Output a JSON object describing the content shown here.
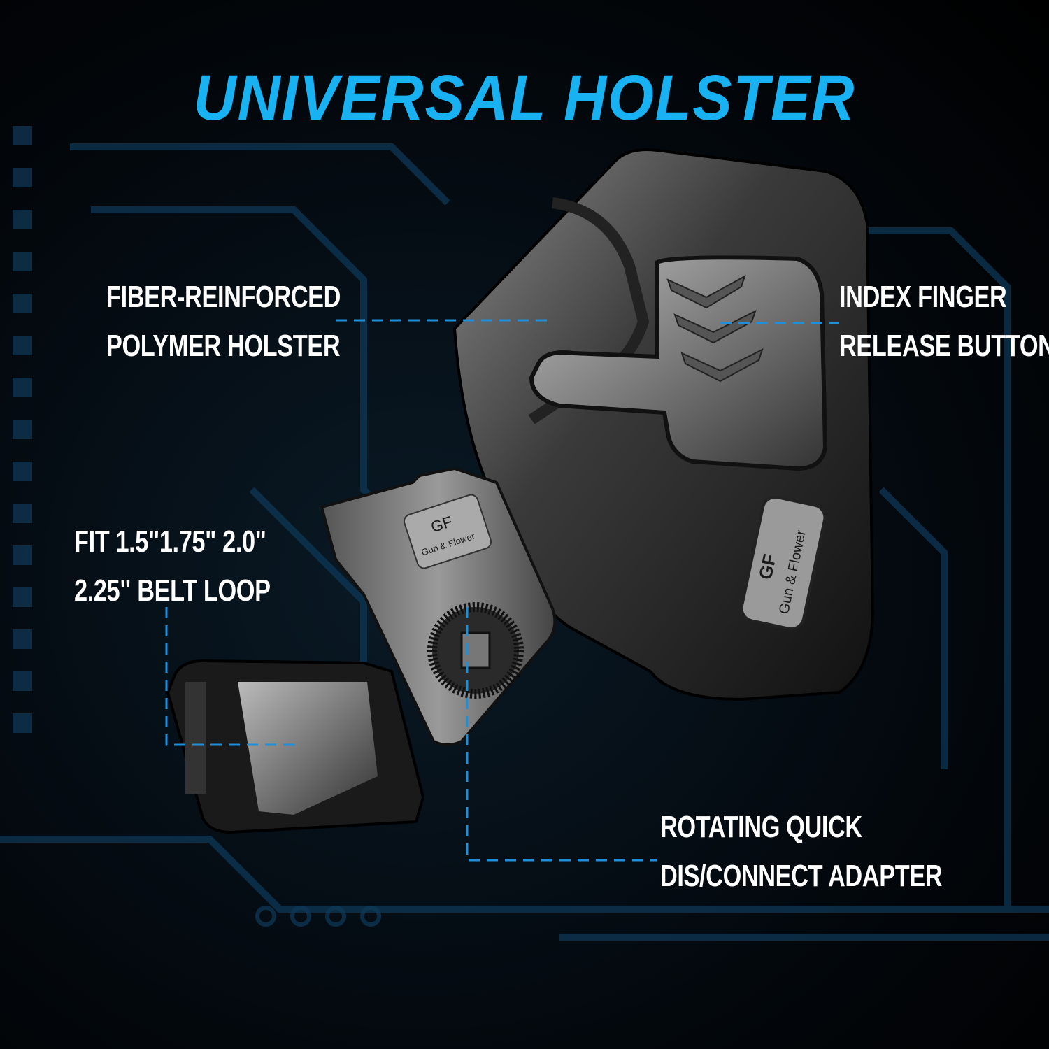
{
  "title": "UNIVERSAL HOLSTER",
  "callouts": {
    "holster_material": [
      "FIBER-REINFORCED",
      "POLYMER HOLSTER"
    ],
    "release_button": [
      "INDEX FINGER",
      "RELEASE BUTTON"
    ],
    "belt_loop": [
      "FIT 1.5\"1.75\" 2.0\"",
      "2.25\" BELT LOOP"
    ],
    "adapter": [
      "ROTATING QUICK",
      "DIS/CONNECT ADAPTER"
    ]
  },
  "brand": {
    "mark": "GF",
    "name": "Gun & Flower"
  },
  "colors": {
    "accent": "#18b2f2",
    "callout_line": "#1e8fd8",
    "background": "#000000"
  }
}
